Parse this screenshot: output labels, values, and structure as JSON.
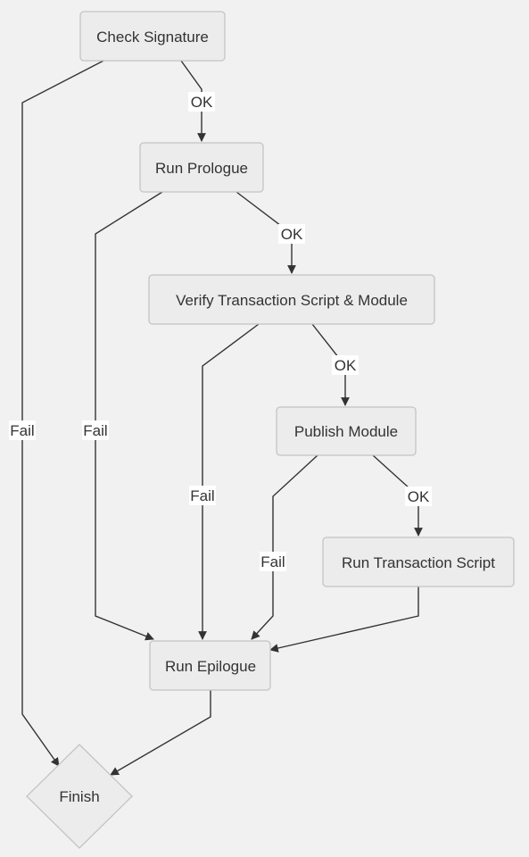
{
  "colors": {
    "background": "#f1f1f1",
    "node_fill": "#ececec",
    "node_border": "#c4c4c4",
    "edge": "#333333",
    "text": "#333333"
  },
  "nodes": {
    "check_signature": "Check Signature",
    "run_prologue": "Run Prologue",
    "verify": "Verify Transaction Script & Module",
    "publish_module": "Publish Module",
    "run_transaction_script": "Run Transaction Script",
    "run_epilogue": "Run Epilogue",
    "finish": "Finish"
  },
  "edges": {
    "signature_ok": "OK",
    "signature_fail": "Fail",
    "prologue_ok": "OK",
    "prologue_fail": "Fail",
    "verify_ok": "OK",
    "verify_fail": "Fail",
    "publish_ok": "OK",
    "publish_fail": "Fail"
  }
}
